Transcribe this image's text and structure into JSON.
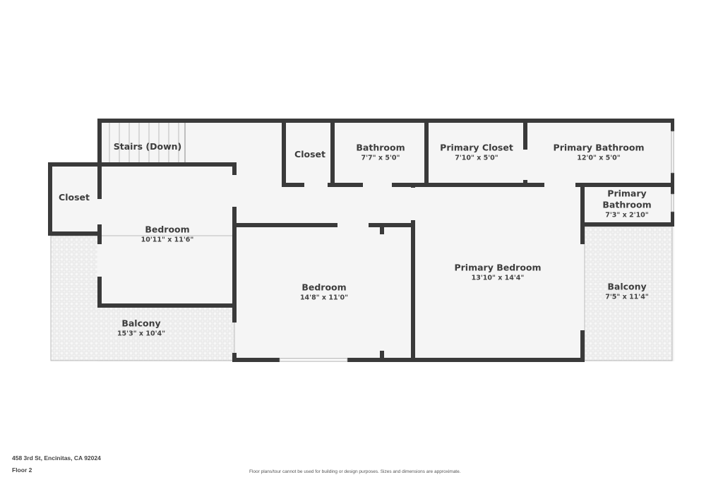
{
  "colors": {
    "wall": "#3a3a3a",
    "floor": "#f5f5f5",
    "balcony_tile": "#e2e2e2"
  },
  "rooms": [
    {
      "name": "Stairs (Down)",
      "dims": ""
    },
    {
      "name": "Closet",
      "dims": ""
    },
    {
      "name": "Bathroom",
      "dims": "7'7\" x 5'0\""
    },
    {
      "name": "Primary Closet",
      "dims": "7'10\" x 5'0\""
    },
    {
      "name": "Primary Bathroom",
      "dims": "12'0\" x 5'0\""
    },
    {
      "name": "Closet",
      "dims": ""
    },
    {
      "name": "Bedroom",
      "dims": "10'11\" x 11'6\""
    },
    {
      "name": "Primary Bathroom",
      "dims": "7'3\" x 2'10\""
    },
    {
      "name": "Primary Bedroom",
      "dims": "13'10\" x 14'4\""
    },
    {
      "name": "Bedroom",
      "dims": "14'8\" x 11'0\""
    },
    {
      "name": "Balcony",
      "dims": "7'5\" x 11'4\""
    },
    {
      "name": "Balcony",
      "dims": "15'3\" x 10'4\""
    }
  ],
  "footer": {
    "address": "458 3rd St, Encinitas, CA 92024",
    "floor": "Floor 2",
    "disclaimer": "Floor plans/tour cannot be used for building or design purposes. Sizes and dimensions are approximate."
  }
}
